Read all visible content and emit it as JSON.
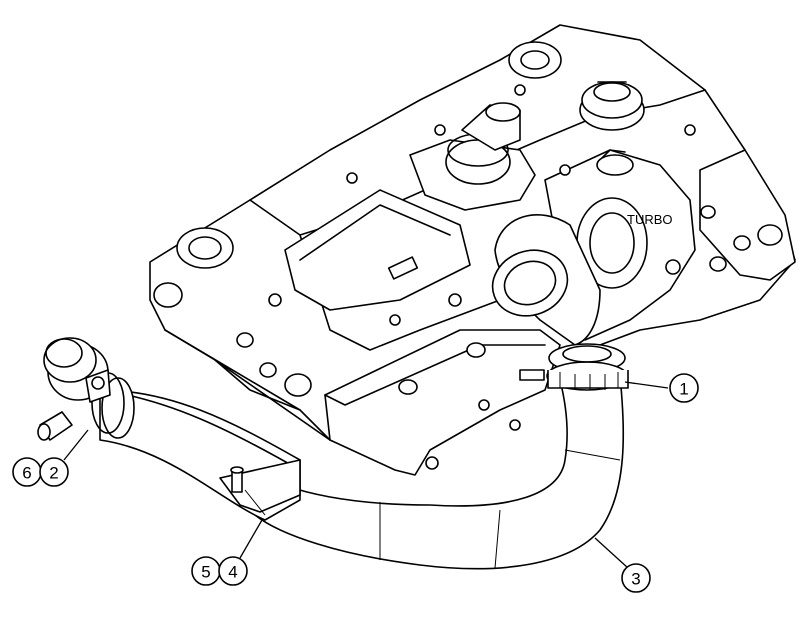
{
  "diagram": {
    "engine_label": "TURBO",
    "callouts": [
      {
        "id": "1",
        "text": "1"
      },
      {
        "id": "2",
        "text": "2"
      },
      {
        "id": "3",
        "text": "3"
      },
      {
        "id": "4",
        "text": "4"
      },
      {
        "id": "5",
        "text": "5"
      },
      {
        "id": "6",
        "text": "6"
      }
    ]
  }
}
